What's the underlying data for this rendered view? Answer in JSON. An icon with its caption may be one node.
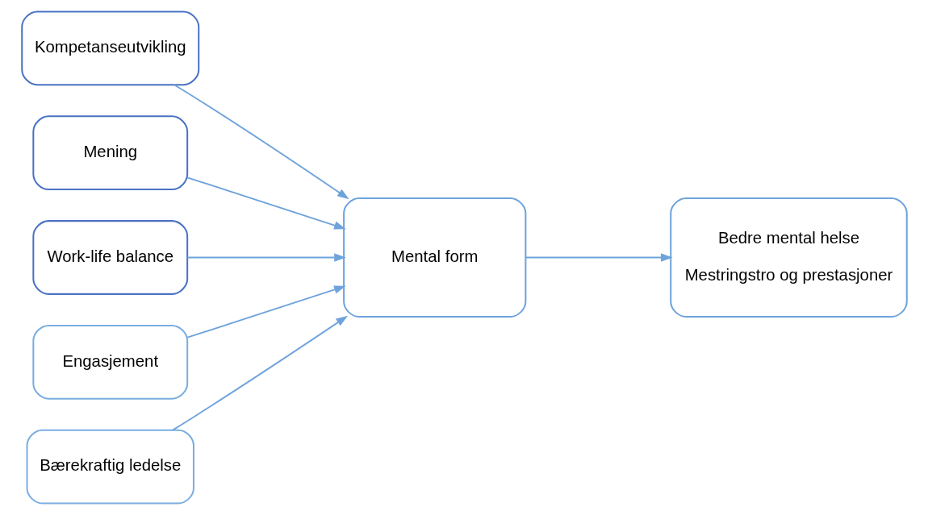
{
  "diagram": {
    "nodes": [
      {
        "text": [
          "Kompetanseutvikling"
        ]
      },
      {
        "text": [
          "Mening"
        ]
      },
      {
        "text": [
          "Work-life balance"
        ]
      },
      {
        "text": [
          "Engasjement"
        ]
      },
      {
        "text": [
          "Bærekraftig ledelse"
        ]
      },
      {
        "text": [
          "Mental form"
        ]
      },
      {
        "text": [
          "Bedre mental helse",
          "Mestringstro og prestasjoner"
        ]
      }
    ],
    "edges": [
      {
        "from": 0,
        "to": 5,
        "arrow": "to"
      },
      {
        "from": 1,
        "to": 5,
        "arrow": "to"
      },
      {
        "from": 2,
        "to": 5,
        "arrow": "to"
      },
      {
        "from": 3,
        "to": 5,
        "arrow": "to"
      },
      {
        "from": 4,
        "to": 5,
        "arrow": "to"
      },
      {
        "from": 5,
        "to": 6,
        "arrow": "to"
      }
    ]
  }
}
